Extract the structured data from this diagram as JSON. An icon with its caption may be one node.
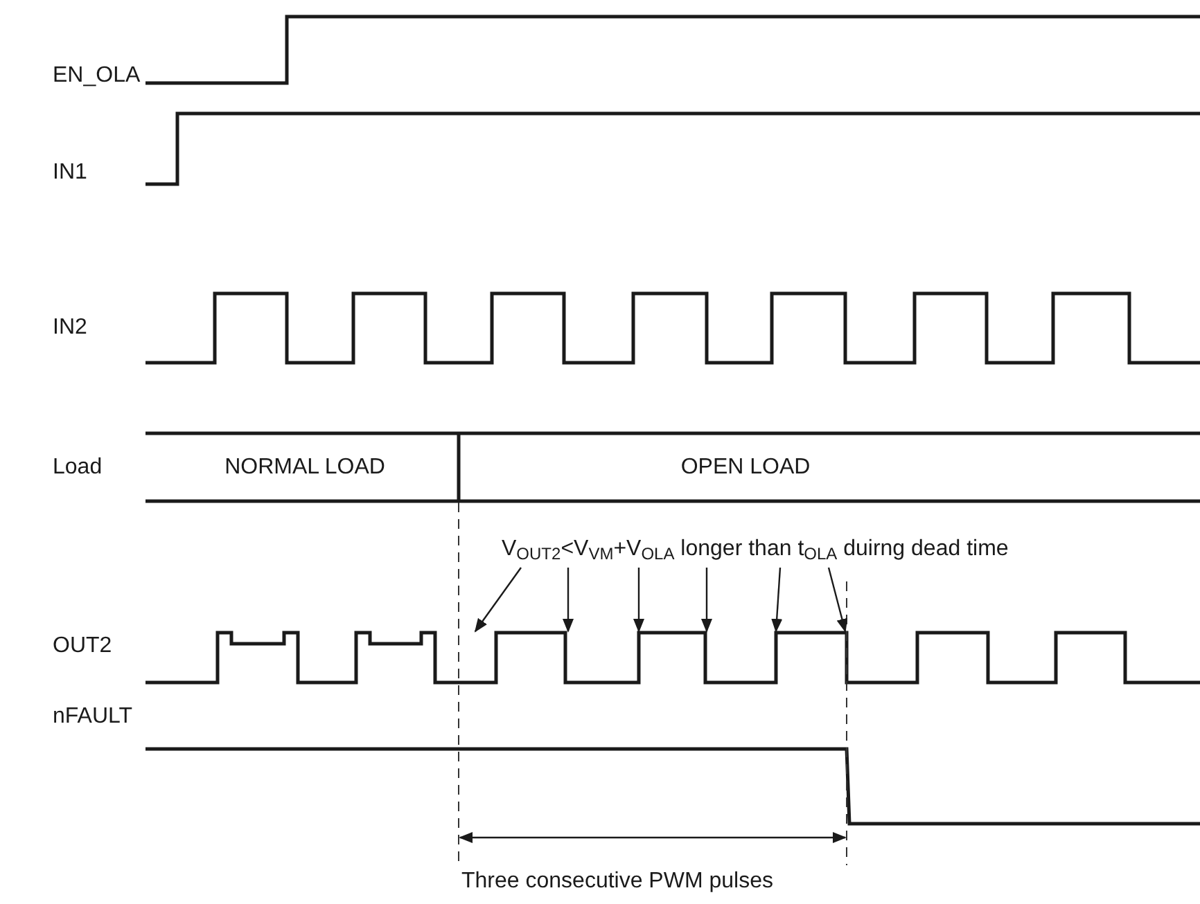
{
  "diagram": {
    "nodes": [
      {
        "text": [
          "V$_{OUT2}$<V$_{VM}$+V$_{OLA}$ longer than t$_{OLA}$ duirng dead time"
        ]
      },
      {
        "text": [],
        "shape": "picture"
      }
    ],
    "edges": [
      {
        "from": 0,
        "to": 1,
        "arrow": "to"
      },
      {
        "from": 0,
        "to": 1,
        "arrow": "to"
      },
      {
        "from": 0,
        "to": 1,
        "arrow": "to"
      },
      {
        "from": 0,
        "to": 1,
        "arrow": "to"
      },
      {
        "from": 0,
        "to": 1,
        "arrow": "to"
      },
      {
        "from": 0,
        "to": 1,
        "arrow": "to"
      }
    ],
    "labels": [
      "EN_OLA",
      "IN1",
      "IN2",
      "Load",
      "NORMAL LOAD",
      "OPEN LOAD",
      "OUT2",
      "nFAULT",
      "Three consecutive PWM pulses"
    ]
  }
}
